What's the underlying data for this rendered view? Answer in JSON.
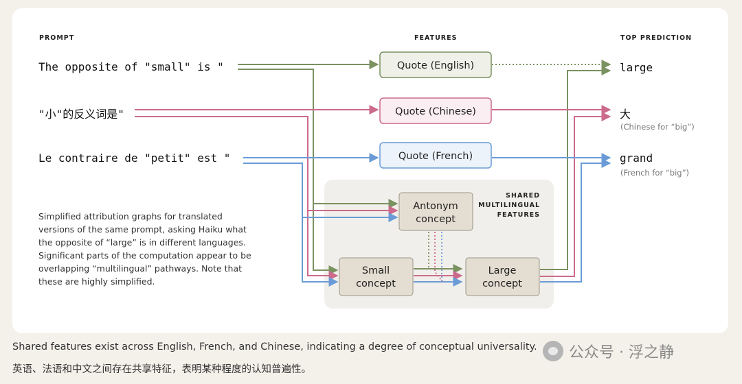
{
  "headers": {
    "prompt": "PROMPT",
    "features": "FEATURES",
    "top_prediction": "TOP PREDICTION"
  },
  "prompts": [
    "The opposite of \"small\" is \"",
    "\"小\"的反义词是\"",
    "Le contraire de \"petit\" est \""
  ],
  "features": [
    {
      "label": "Quote (English)",
      "language": "English"
    },
    {
      "label": "Quote (Chinese)",
      "language": "Chinese"
    },
    {
      "label": "Quote (French)",
      "language": "French"
    }
  ],
  "predictions": [
    {
      "word": "large",
      "note": ""
    },
    {
      "word": "大",
      "note": "(Chinese for “big”)"
    },
    {
      "word": "grand",
      "note": "(French for “big”)"
    }
  ],
  "shared": {
    "label_lines": [
      "SHARED",
      "MULTILINGUAL",
      "FEATURES"
    ],
    "antonym": [
      "Antonym",
      "concept"
    ],
    "small": [
      "Small",
      "concept"
    ],
    "large": [
      "Large",
      "concept"
    ]
  },
  "description": "Simplified attribution graphs for translated versions of the same prompt, asking Haiku what the opposite of “large” is in different languages. Significant parts of the computation appear to be overlapping “multilingual” pathways. Note that these are highly simplified.",
  "caption": {
    "english": "Shared features exist across English, French, and Chinese, indicating a degree of conceptual universality.",
    "chinese": "英语、法语和中文之间存在共享特征，表明某种程度的认知普遍性。"
  },
  "watermark": "公众号 · 浮之静",
  "colors": {
    "english": "#7a9160",
    "chinese": "#cc6a8c",
    "french": "#6a9bd6",
    "concept_box": "#e4ded2",
    "shared_region": "#f1efeb"
  }
}
